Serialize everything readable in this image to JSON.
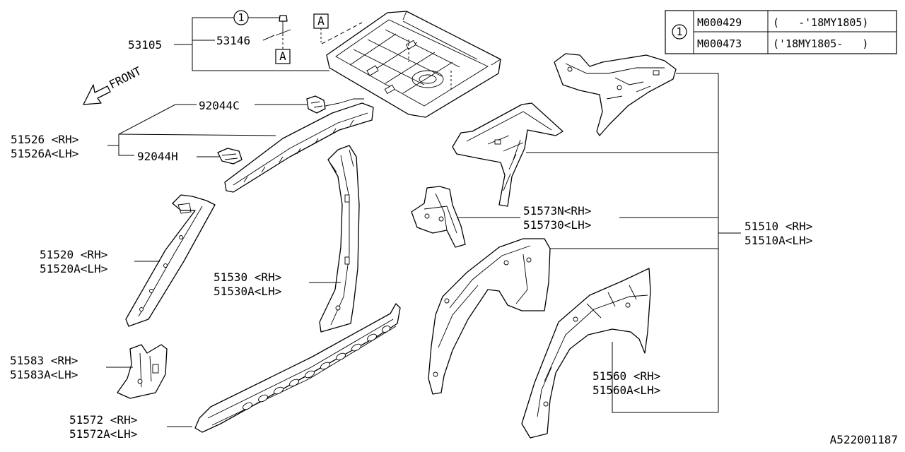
{
  "diagram_id": "A522001187",
  "front_label": "FRONT",
  "ref_table": {
    "circle": "1",
    "rows": [
      {
        "code": "M000429",
        "range": "(   -'18MY1805)"
      },
      {
        "code": "M000473",
        "range": "('18MY1805-   )"
      }
    ]
  },
  "callouts": {
    "circle_one": "1",
    "ref_a_top": "A",
    "ref_a_bolt": "A"
  },
  "parts": {
    "p53105": "53105",
    "p53146": "53146",
    "p92044c": "92044C",
    "p92044h": "92044H",
    "p51526_rh": "51526 <RH>",
    "p51526_lh": "51526A<LH>",
    "p51520_rh": "51520 <RH>",
    "p51520_lh": "51520A<LH>",
    "p51530_rh": "51530 <RH>",
    "p51530_lh": "51530A<LH>",
    "p51583_rh": "51583 <RH>",
    "p51583_lh": "51583A<LH>",
    "p51572_rh": "51572 <RH>",
    "p51572_lh": "51572A<LH>",
    "p51573_rh": "51573N<RH>",
    "p51573_lh": "515730<LH>",
    "p51510_rh": "51510 <RH>",
    "p51510_lh": "51510A<LH>",
    "p51560_rh": "51560 <RH>",
    "p51560_lh": "51560A<LH>"
  }
}
